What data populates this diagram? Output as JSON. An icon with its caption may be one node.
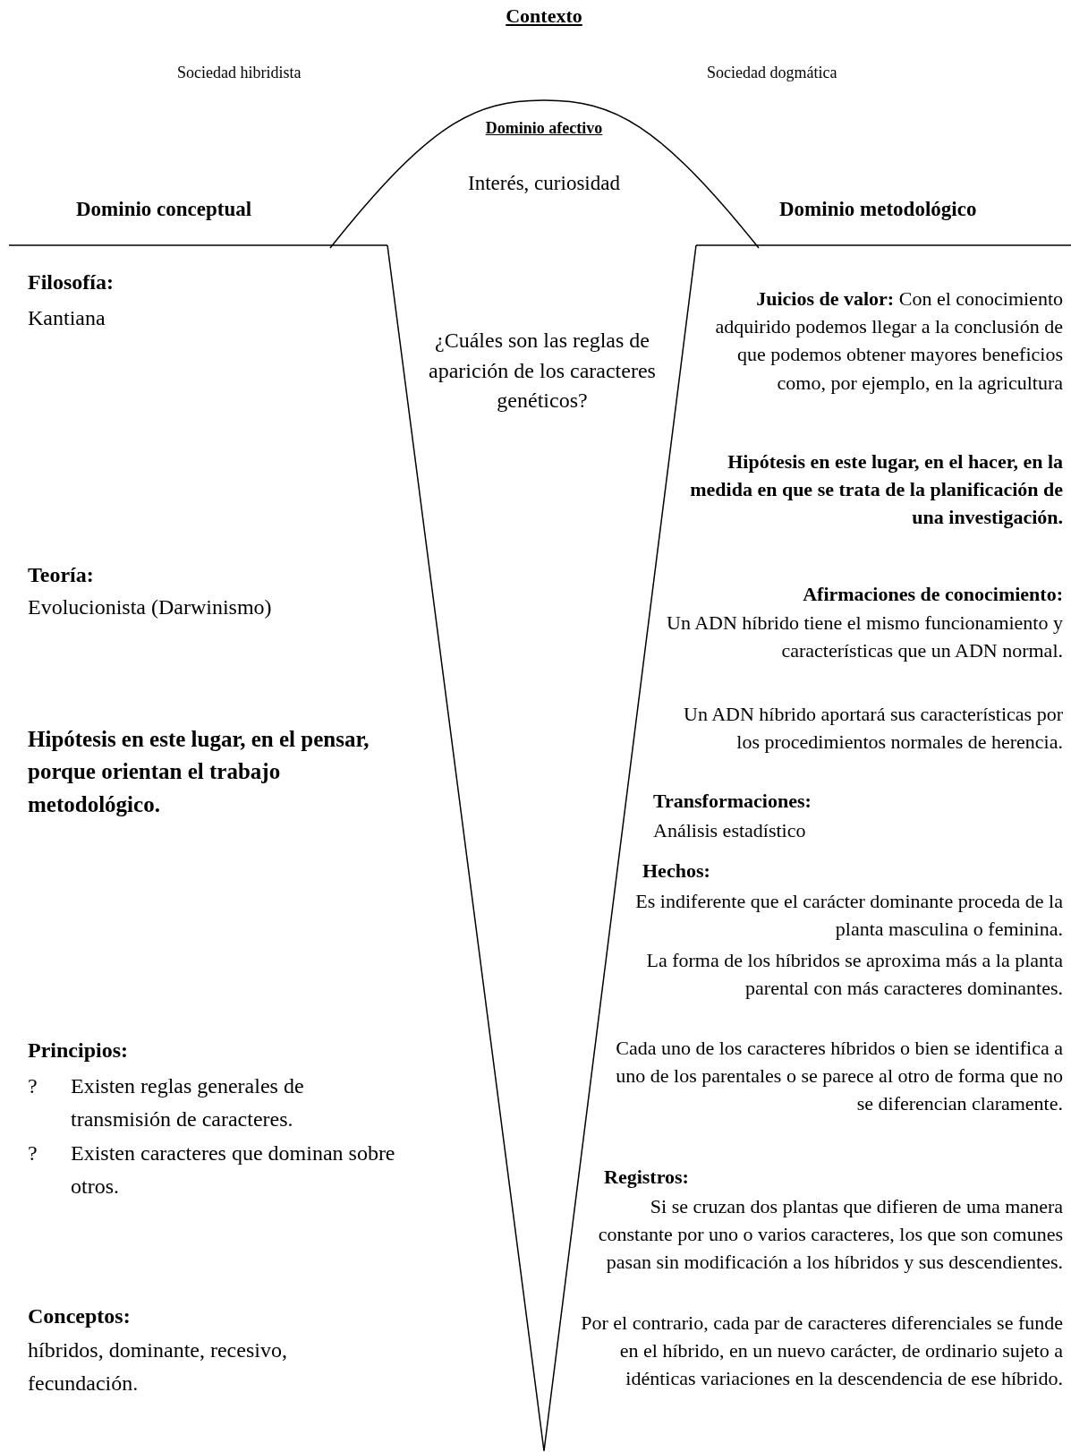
{
  "diagram": {
    "title": "Contexto",
    "nodes": [
      {
        "text": [
          "Dominio afectivo",
          "Interés, curiosidad"
        ]
      },
      {
        "text": [
          "¿Cuáles son las reglas de aparición de los caracteres genéticos?"
        ]
      }
    ],
    "labels": [
      "Sociedad hibridista",
      "Sociedad dogmática",
      "Dominio conceptual",
      "Dominio metodológico",
      "Filosofía:",
      "Kantiana",
      "Teoría:",
      "Evolucionista (Darwinismo)",
      "Hipótesis en este lugar, en el pensar, porque orientan el trabajo metodológico.",
      "Principios:",
      "?",
      "Existen reglas generales de transmisión de caracteres.",
      "?",
      "Existen caracteres que dominan sobre otros.",
      "Conceptos:",
      "híbridos, dominante, recesivo, fecundación.",
      "**Juicios de valor:** Con el conocimiento adquirido podemos llegar a la conclusión de que podemos obtener mayores beneficios como, por ejemplo, en la agricultura",
      "Hipótesis en este lugar, en el hacer, en la medida en que se trata de la planificación de una investigación.",
      "Afirmaciones de conocimiento:",
      "Un ADN híbrido tiene el mismo funcionamiento y características que un ADN normal.",
      "Un ADN híbrido aportará sus características por los procedimientos normales de herencia.",
      "Transformaciones:",
      "Análisis estadístico",
      "Hechos:",
      "Es indiferente que el carácter dominante proceda de la planta masculina o feminina.",
      "La forma de los híbridos se aproxima más a la planta parental con más caracteres dominantes.",
      "Cada uno de los caracteres híbridos o bien se identifica a uno de los parentales o se parece al otro de forma que no se diferencian claramente.",
      "Registros:",
      "Si se cruzan dos plantas que difieren de uma manera constante por uno o varios caracteres, los que son comunes pasan sin modificación a los híbridos y sus descendientes.",
      "Por el contrario, cada par de caracteres diferenciales se funde en el híbrido, en un nuevo carácter, de ordinario sujeto a idénticas variaciones en la descendencia de ese híbrido."
    ]
  }
}
